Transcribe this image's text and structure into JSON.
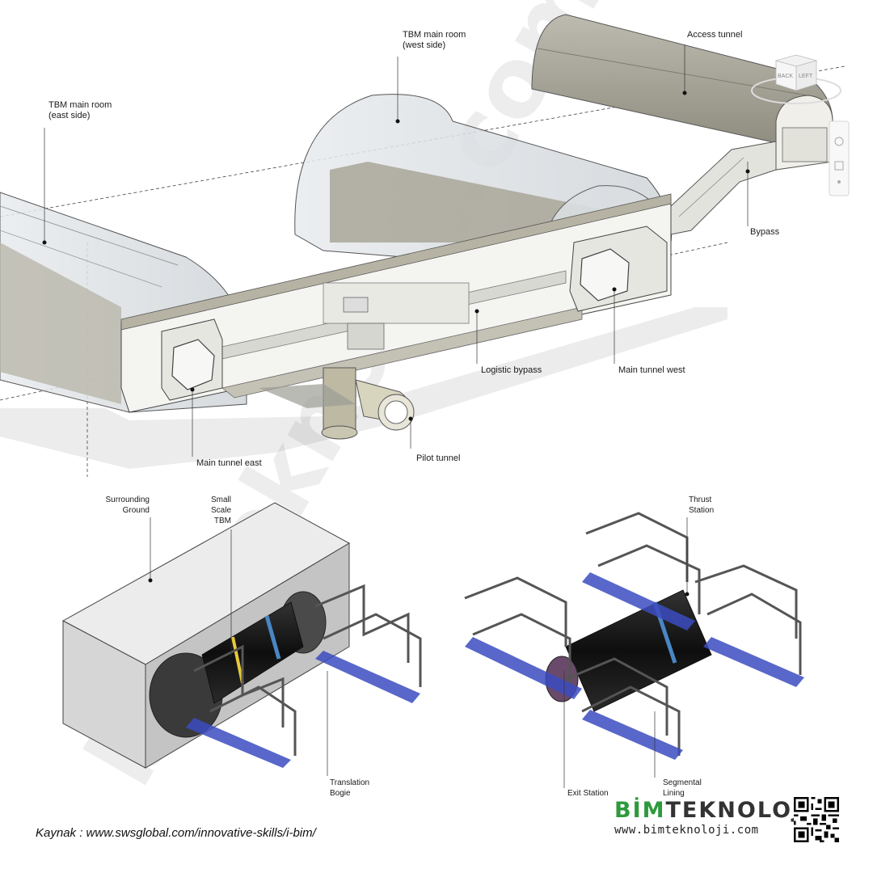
{
  "labels": {
    "tbm_east": "TBM main room\n(east side)",
    "tbm_west": "TBM main room\n(west side)",
    "access_tunnel": "Access tunnel",
    "bypass": "Bypass",
    "logistic_bypass": "Logistic bypass",
    "main_tunnel_west": "Main tunnel west",
    "main_tunnel_east": "Main tunnel east",
    "pilot_tunnel": "Pilot tunnel",
    "surrounding_ground": "Surrounding\nGround",
    "small_scale_tbm": "Small\nScale\nTBM",
    "thrust_station": "Thrust\nStation",
    "translation_bogie": "Translation\nBogie",
    "exit_station": "Exit Station",
    "segmental_lining": "Segmental\nLining"
  },
  "viewcube": {
    "faces": [
      "BACK",
      "LEFT"
    ]
  },
  "watermark": "bimteknoloji.com",
  "source": "Kaynak : www.swsglobal.com/innovative-skills/i-bim/",
  "brand": {
    "name_highlight": "BİM",
    "name_rest": "TEKNOLOJİ",
    "url": "www.bimteknoloji.com"
  },
  "colors": {
    "concrete": "#d2d2cc",
    "tunnel_shell": "#c9c6bb",
    "glass": "#dfe3e6",
    "rail": "#3b4cc0",
    "tbm_ring": "#4a86c5",
    "brand_green": "#2e9a3c"
  }
}
